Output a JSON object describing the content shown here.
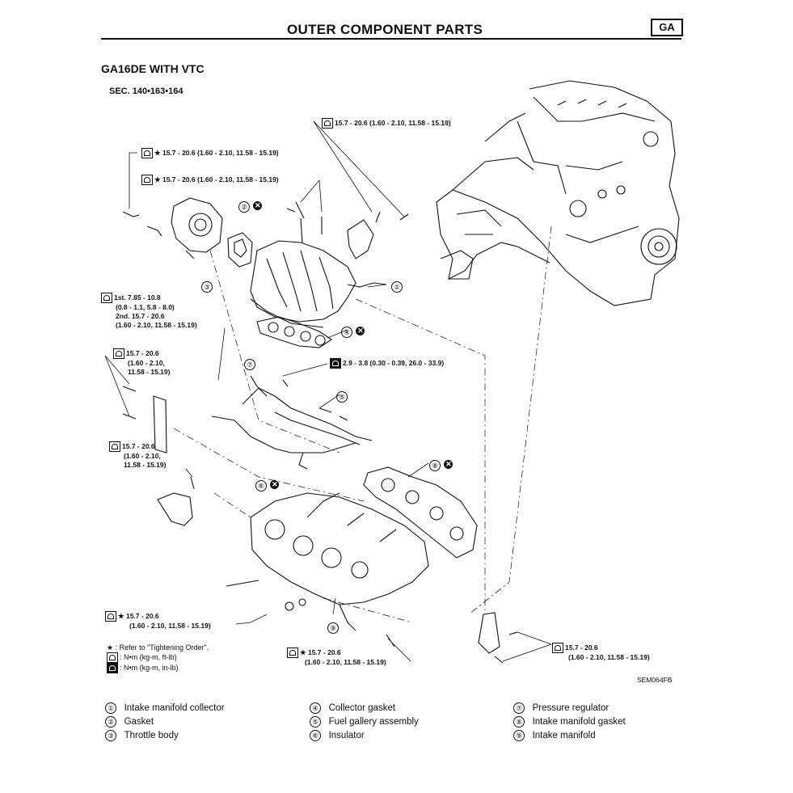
{
  "header": {
    "title": "OUTER COMPONENT PARTS",
    "badge": "GA"
  },
  "heading": "GA16DE WITH VTC",
  "section": "SEC. 140•163•164",
  "callouts": {
    "top_right": "15.7 - 20.6 (1.60 - 2.10, 11.58 - 15.19)",
    "star1": "★ 15.7 - 20.6 (1.60 - 2.10, 11.58 - 15.19)",
    "star2": "★ 15.7 - 20.6 (1.60 - 2.10, 11.58 - 15.19)",
    "stage": [
      "1st. 7.85 - 10.8",
      "(0.8 - 1.1, 5.8 - 8.0)",
      "2nd. 15.7 - 20.6",
      "(1.60 - 2.10, 11.58 - 15.19)"
    ],
    "left_mid": [
      "15.7 - 20.6",
      "(1.60 - 2.10,",
      "11.58 - 15.19)"
    ],
    "fuel": "2.9 - 3.8 (0.30 - 0.39, 26.0 - 33.9)",
    "left_low": [
      "15.7 - 20.6",
      "(1.60 - 2.10,",
      "11.58 - 15.19)"
    ],
    "bottom_left": [
      "★ 15.7 - 20.6",
      "(1.60 - 2.10, 11.58 - 15.19)"
    ],
    "bottom_mid": [
      "★ 15.7 - 20.6",
      "(1.60 - 2.10, 11.58 - 15.19)"
    ],
    "bottom_right": [
      "15.7 - 20.6",
      "(1.60 - 2.10, 11.58 - 15.19)"
    ]
  },
  "part_numbers": [
    "①",
    "②",
    "③",
    "④",
    "⑤",
    "⑥",
    "⑦",
    "⑧",
    "⑨"
  ],
  "key": {
    "star": "★ : Refer to \"Tightening Order\".",
    "nm": ": N•m (kg-m, ft-lb)",
    "nm_in": ": N•m (kg-m, in-lb)"
  },
  "figure_code": "SEM064FB",
  "legend": [
    {
      "num": "①",
      "label": "Intake manifold collector"
    },
    {
      "num": "②",
      "label": "Gasket"
    },
    {
      "num": "③",
      "label": "Throttle body"
    },
    {
      "num": "④",
      "label": "Collector gasket"
    },
    {
      "num": "⑤",
      "label": "Fuel gallery assembly"
    },
    {
      "num": "⑥",
      "label": "Insulator"
    },
    {
      "num": "⑦",
      "label": "Pressure regulator"
    },
    {
      "num": "⑧",
      "label": "Intake manifold gasket"
    },
    {
      "num": "⑨",
      "label": "Intake manifold"
    }
  ]
}
